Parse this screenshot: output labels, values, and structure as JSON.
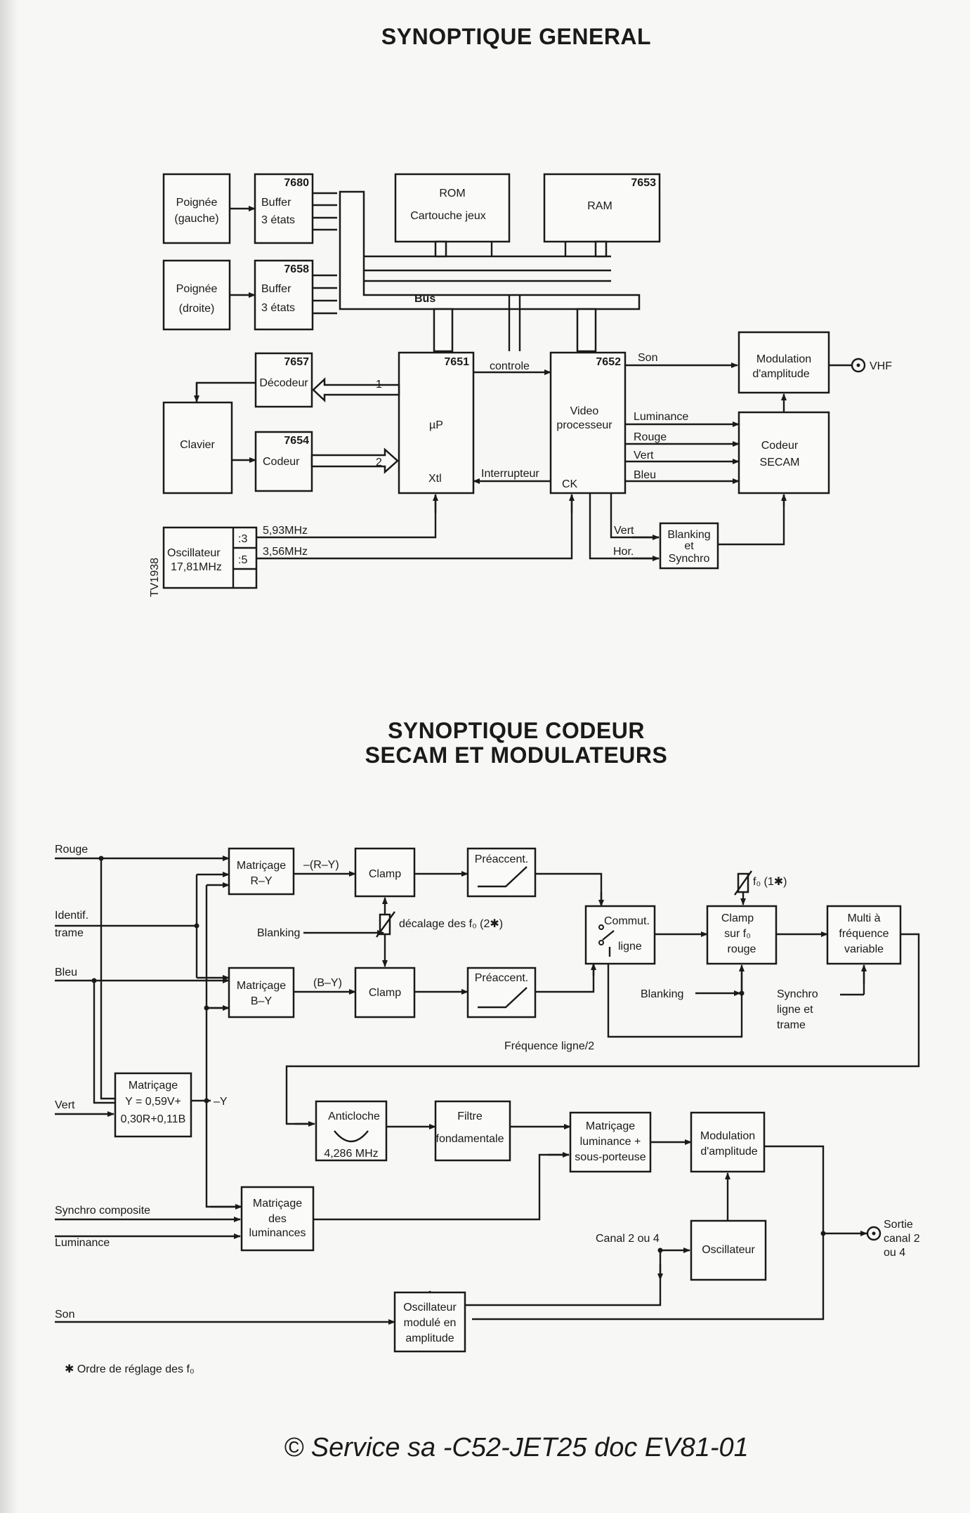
{
  "titles": {
    "general": "SYNOPTIQUE GENERAL",
    "codeur_line1": "SYNOPTIQUE CODEUR",
    "codeur_line2": "SECAM ET MODULATEURS"
  },
  "general": {
    "poignee_g": [
      "Poignée",
      "(gauche)"
    ],
    "poignee_d": [
      "Poignée",
      "(droite)"
    ],
    "buffer1": {
      "num": "7680",
      "l1": "Buffer",
      "l2": "3 états"
    },
    "buffer2": {
      "num": "7658",
      "l1": "Buffer",
      "l2": "3 états"
    },
    "rom": {
      "l1": "ROM",
      "l2": "Cartouche jeux"
    },
    "ram": {
      "num": "7653",
      "l1": "RAM"
    },
    "bus": "Bus",
    "decodeur": {
      "num": "7657",
      "l1": "Décodeur"
    },
    "codeur": {
      "num": "7654",
      "l1": "Codeur"
    },
    "clavier": "Clavier",
    "up": {
      "num": "7651",
      "l1": "µP",
      "xtl": "Xtl"
    },
    "video": {
      "num": "7652",
      "l1": "Video",
      "l2": "processeur",
      "ck": "CK"
    },
    "controle": "controle",
    "interrupteur": "Interrupteur",
    "bus1": "1",
    "bus2": "2",
    "son": "Son",
    "luminance": "Luminance",
    "rouge": "Rouge",
    "vert": "Vert",
    "bleu": "Bleu",
    "modulation": [
      "Modulation",
      "d'amplitude"
    ],
    "vhf": "VHF",
    "codeur_secam": [
      "Codeur",
      "SECAM"
    ],
    "blanking": [
      "Blanking",
      "et",
      "Synchro"
    ],
    "vert2": "Vert",
    "hor": "Hor.",
    "oscillateur": [
      "Oscillateur",
      "17,81MHz"
    ],
    "div3": ":3",
    "div5": ":5",
    "f1": "5,93MHz",
    "f2": "3,56MHz",
    "ref": "TV1938"
  },
  "codeur": {
    "rouge": "Rouge",
    "identif": [
      "Identif.",
      "trame"
    ],
    "bleu": "Bleu",
    "vert": "Vert",
    "mat_ry": [
      "Matriçage",
      "R–Y"
    ],
    "mat_by": [
      "Matriçage",
      "B–Y"
    ],
    "ry": "–(R–Y)",
    "by": "(B–Y)",
    "clamp": "Clamp",
    "preaccent": "Préaccent.",
    "decalage": "décalage des f₀ (2✱)",
    "blanking": "Blanking",
    "commut": [
      "Commut.",
      "ligne"
    ],
    "clamp_fo": [
      "Clamp",
      "sur f₀",
      "rouge"
    ],
    "fo1": "f₀ (1✱)",
    "multi": [
      "Multi à",
      "fréquence",
      "variable"
    ],
    "blanking2": "Blanking",
    "synchro": [
      "Synchro",
      "ligne et",
      "trame"
    ],
    "freq_ligne": "Fréquence ligne/2",
    "matricage_y": [
      "Matriçage",
      "Y = 0,59V+",
      "0,30R+0,11B"
    ],
    "minus_y": "–Y",
    "anticloche": [
      "Anticloche",
      "4,286 MHz"
    ],
    "filtre": [
      "Filtre",
      "fondamentale"
    ],
    "mat_lum": [
      "Matriçage",
      "luminance +",
      "sous-porteuse"
    ],
    "modulation": [
      "Modulation",
      "d'amplitude"
    ],
    "synchro_comp": "Synchro composite",
    "luminance": "Luminance",
    "mat_lums": [
      "Matriçage",
      "des",
      "luminances"
    ],
    "canal": "Canal 2 ou 4",
    "oscillateur": "Oscillateur",
    "sortie": [
      "Sortie",
      "canal 2",
      "ou 4"
    ],
    "son": "Son",
    "osc_mod": [
      "Oscillateur",
      "modulé en",
      "amplitude"
    ],
    "note": "✱ Ordre de réglage des f₀"
  },
  "footer": "© Service sa -C52-JET25 doc EV81-01"
}
